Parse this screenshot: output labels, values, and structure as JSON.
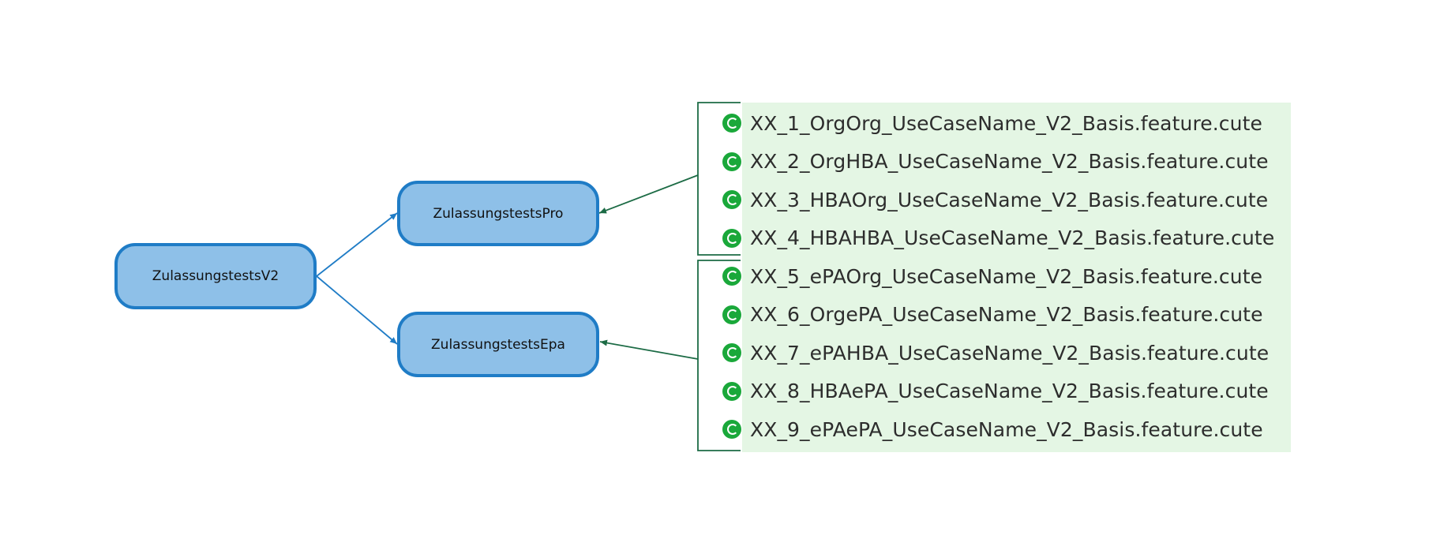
{
  "colors": {
    "node_fill": "#8ec0e8",
    "node_border": "#1f7cc6",
    "edge_blue": "#1f7cc6",
    "edge_green": "#1c6b45",
    "panel_fill": "#e4f6e4",
    "file_icon": "#1aa83a"
  },
  "nodes": {
    "root": {
      "label": "ZulassungstestsV2"
    },
    "pro": {
      "label": "ZulassungstestsPro"
    },
    "epa": {
      "label": "ZulassungstestsEpa"
    }
  },
  "files": [
    {
      "name": "XX_1_OrgOrg_UseCaseName_V2_Basis.feature.cute",
      "icon": "cucumber-icon"
    },
    {
      "name": "XX_2_OrgHBA_UseCaseName_V2_Basis.feature.cute",
      "icon": "cucumber-icon"
    },
    {
      "name": "XX_3_HBAOrg_UseCaseName_V2_Basis.feature.cute",
      "icon": "cucumber-icon"
    },
    {
      "name": "XX_4_HBAHBA_UseCaseName_V2_Basis.feature.cute",
      "icon": "cucumber-icon"
    },
    {
      "name": "XX_5_ePAOrg_UseCaseName_V2_Basis.feature.cute",
      "icon": "cucumber-icon"
    },
    {
      "name": "XX_6_OrgePA_UseCaseName_V2_Basis.feature.cute",
      "icon": "cucumber-icon"
    },
    {
      "name": "XX_7_ePAHBA_UseCaseName_V2_Basis.feature.cute",
      "icon": "cucumber-icon"
    },
    {
      "name": "XX_8_HBAePA_UseCaseName_V2_Basis.feature.cute",
      "icon": "cucumber-icon"
    },
    {
      "name": "XX_9_ePAePA_UseCaseName_V2_Basis.feature.cute",
      "icon": "cucumber-icon"
    }
  ],
  "edges": [
    {
      "from": "root",
      "to": "pro",
      "style": "blue"
    },
    {
      "from": "root",
      "to": "epa",
      "style": "blue"
    },
    {
      "from": "files 1-4",
      "to": "pro",
      "style": "green"
    },
    {
      "from": "files 5-9",
      "to": "epa",
      "style": "green"
    }
  ]
}
